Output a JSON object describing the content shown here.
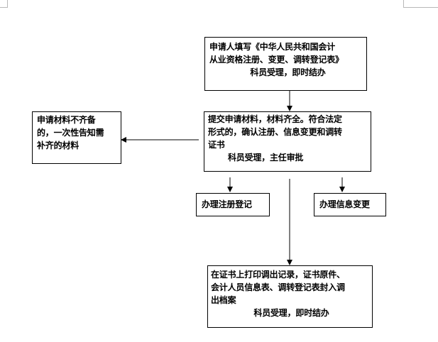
{
  "diagram": {
    "boxes": {
      "apply": {
        "lines": [
          "申请人填写《中华人民共和国会计",
          "从业资格注册、变更、调转登记表》",
          "科员受理，即时结办"
        ]
      },
      "submit": {
        "lines": [
          "提交申请材料，材料齐全。符合法定",
          "形式的，确认注册、信息变更和调转",
          "证书",
          "科员受理，主任审批"
        ]
      },
      "incomplete": {
        "lines": [
          "申请材料不齐备",
          "的，一次性告知需",
          "补齐的材料"
        ]
      },
      "register": {
        "label": "办理注册登记"
      },
      "info_change": {
        "label": "办理信息变更"
      },
      "transfer": {
        "lines": [
          "在证书上打印调出记录，证书原件、",
          "会计人员信息表、调转登记表封入调",
          "出档案",
          "科员受理，即时结办"
        ]
      }
    },
    "line_color": "#000000",
    "border_color": "#000000"
  }
}
